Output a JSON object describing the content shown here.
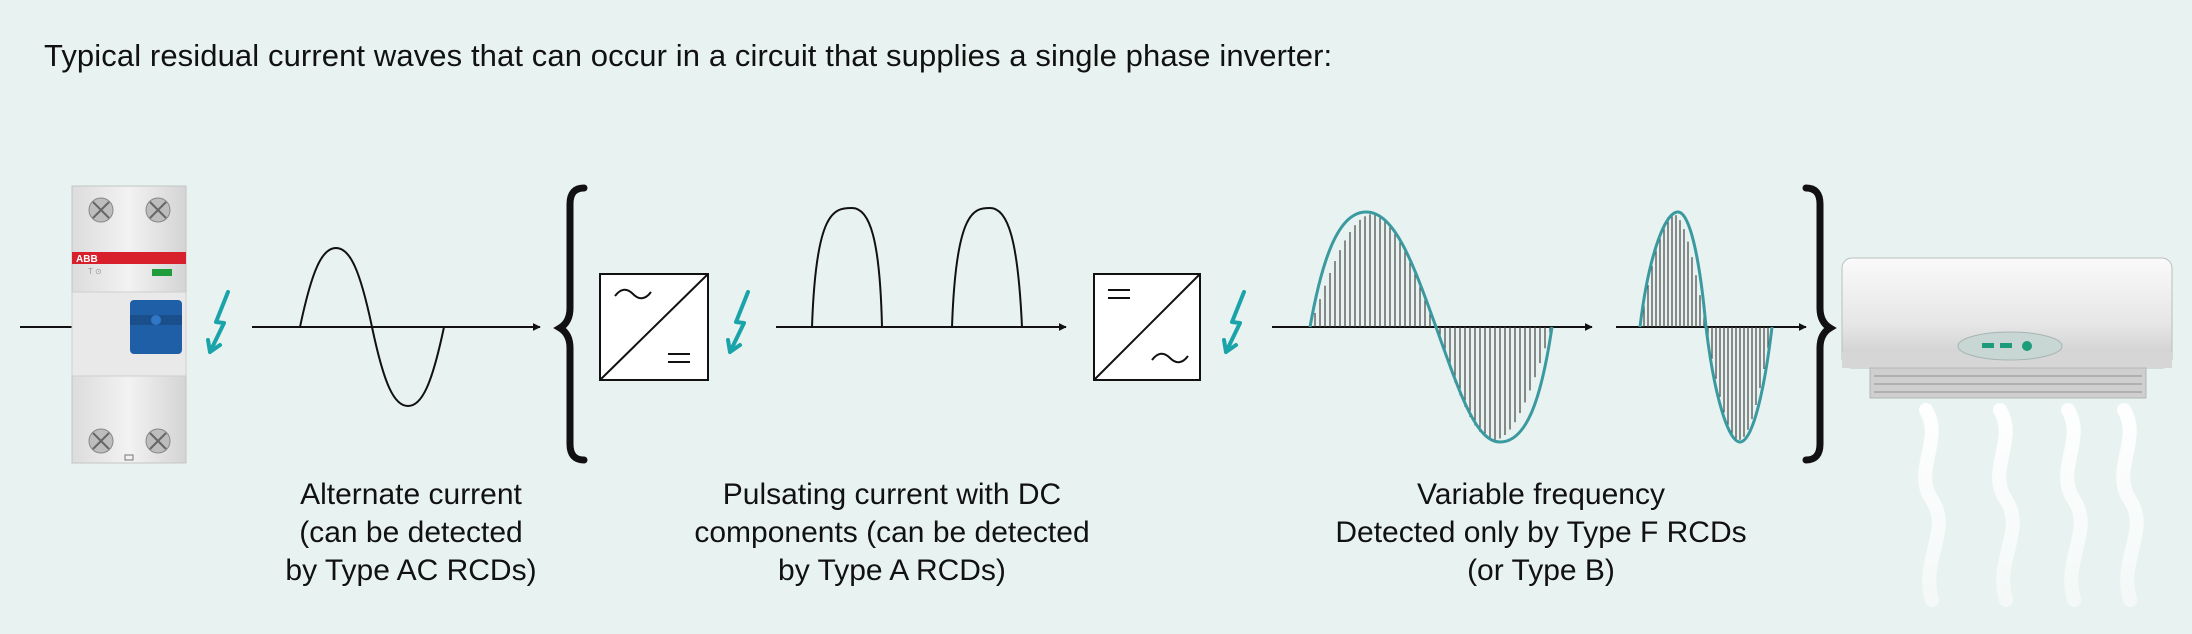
{
  "title": "Typical residual current waves that can occur in a circuit that supplies a single phase inverter:",
  "rcd_brand": "ABB",
  "captions": {
    "ac": {
      "line1": "Alternate current",
      "line2": "(can be detected",
      "line3": "by Type AC RCDs)"
    },
    "pulsating": {
      "line1": "Pulsating current with DC",
      "line2": "components (can be detected",
      "line3": "by Type A RCDs)"
    },
    "variable": {
      "line1": "Variable frequency",
      "line2": "Detected only by Type F RCDs",
      "line3": "(or Type B)"
    }
  },
  "converter_symbols": {
    "rectifier": {
      "top": "~",
      "bottom": "="
    },
    "inverter": {
      "top": "=",
      "bottom": "~"
    }
  },
  "colors": {
    "background": "#e8f3f1",
    "fault_bolt": "#1aa3a8",
    "wave_outline": "#3a9aa0",
    "abb_red": "#d8202c",
    "breaker_handle": "#1f5fa8"
  },
  "icons": {
    "fault": "lightning-bolt-icon",
    "indoor_unit": "air-conditioner-icon"
  }
}
